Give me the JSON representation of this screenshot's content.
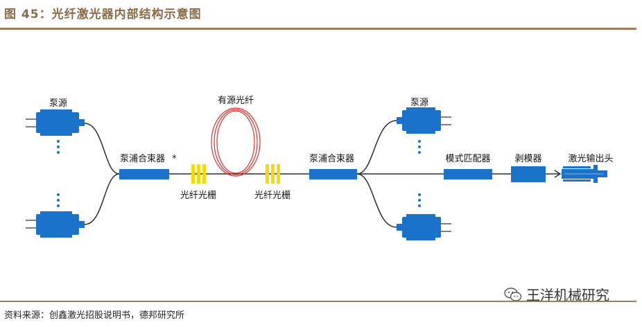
{
  "figure": {
    "title": "图 45：光纤激光器内部结构示意图",
    "source": "资料来源：创鑫激光招股说明书，德邦研究所",
    "watermark": "王洋机械研究"
  },
  "diagram": {
    "pump_source_top": "泵源",
    "combiner_left": "泵浦合束器",
    "combiner_left_mark": "*",
    "grating_left": "光纤光栅",
    "active_fiber": "有源光纤",
    "grating_right": "光纤光栅",
    "combiner_right": "泵浦合束器",
    "pump_source_right": "泵源",
    "mode_matcher": "模式匹配器",
    "mode_stripper": "剥模器",
    "output_head": "激光输出头"
  },
  "colors": {
    "component_blue": "#1a73c9",
    "grating_yellow": "#f5d90a",
    "active_fiber_red": "#d9302c",
    "fiber_line": "#2b2b2b",
    "rule_brown": "#9a7b5a",
    "title_brown": "#8c6a46"
  }
}
